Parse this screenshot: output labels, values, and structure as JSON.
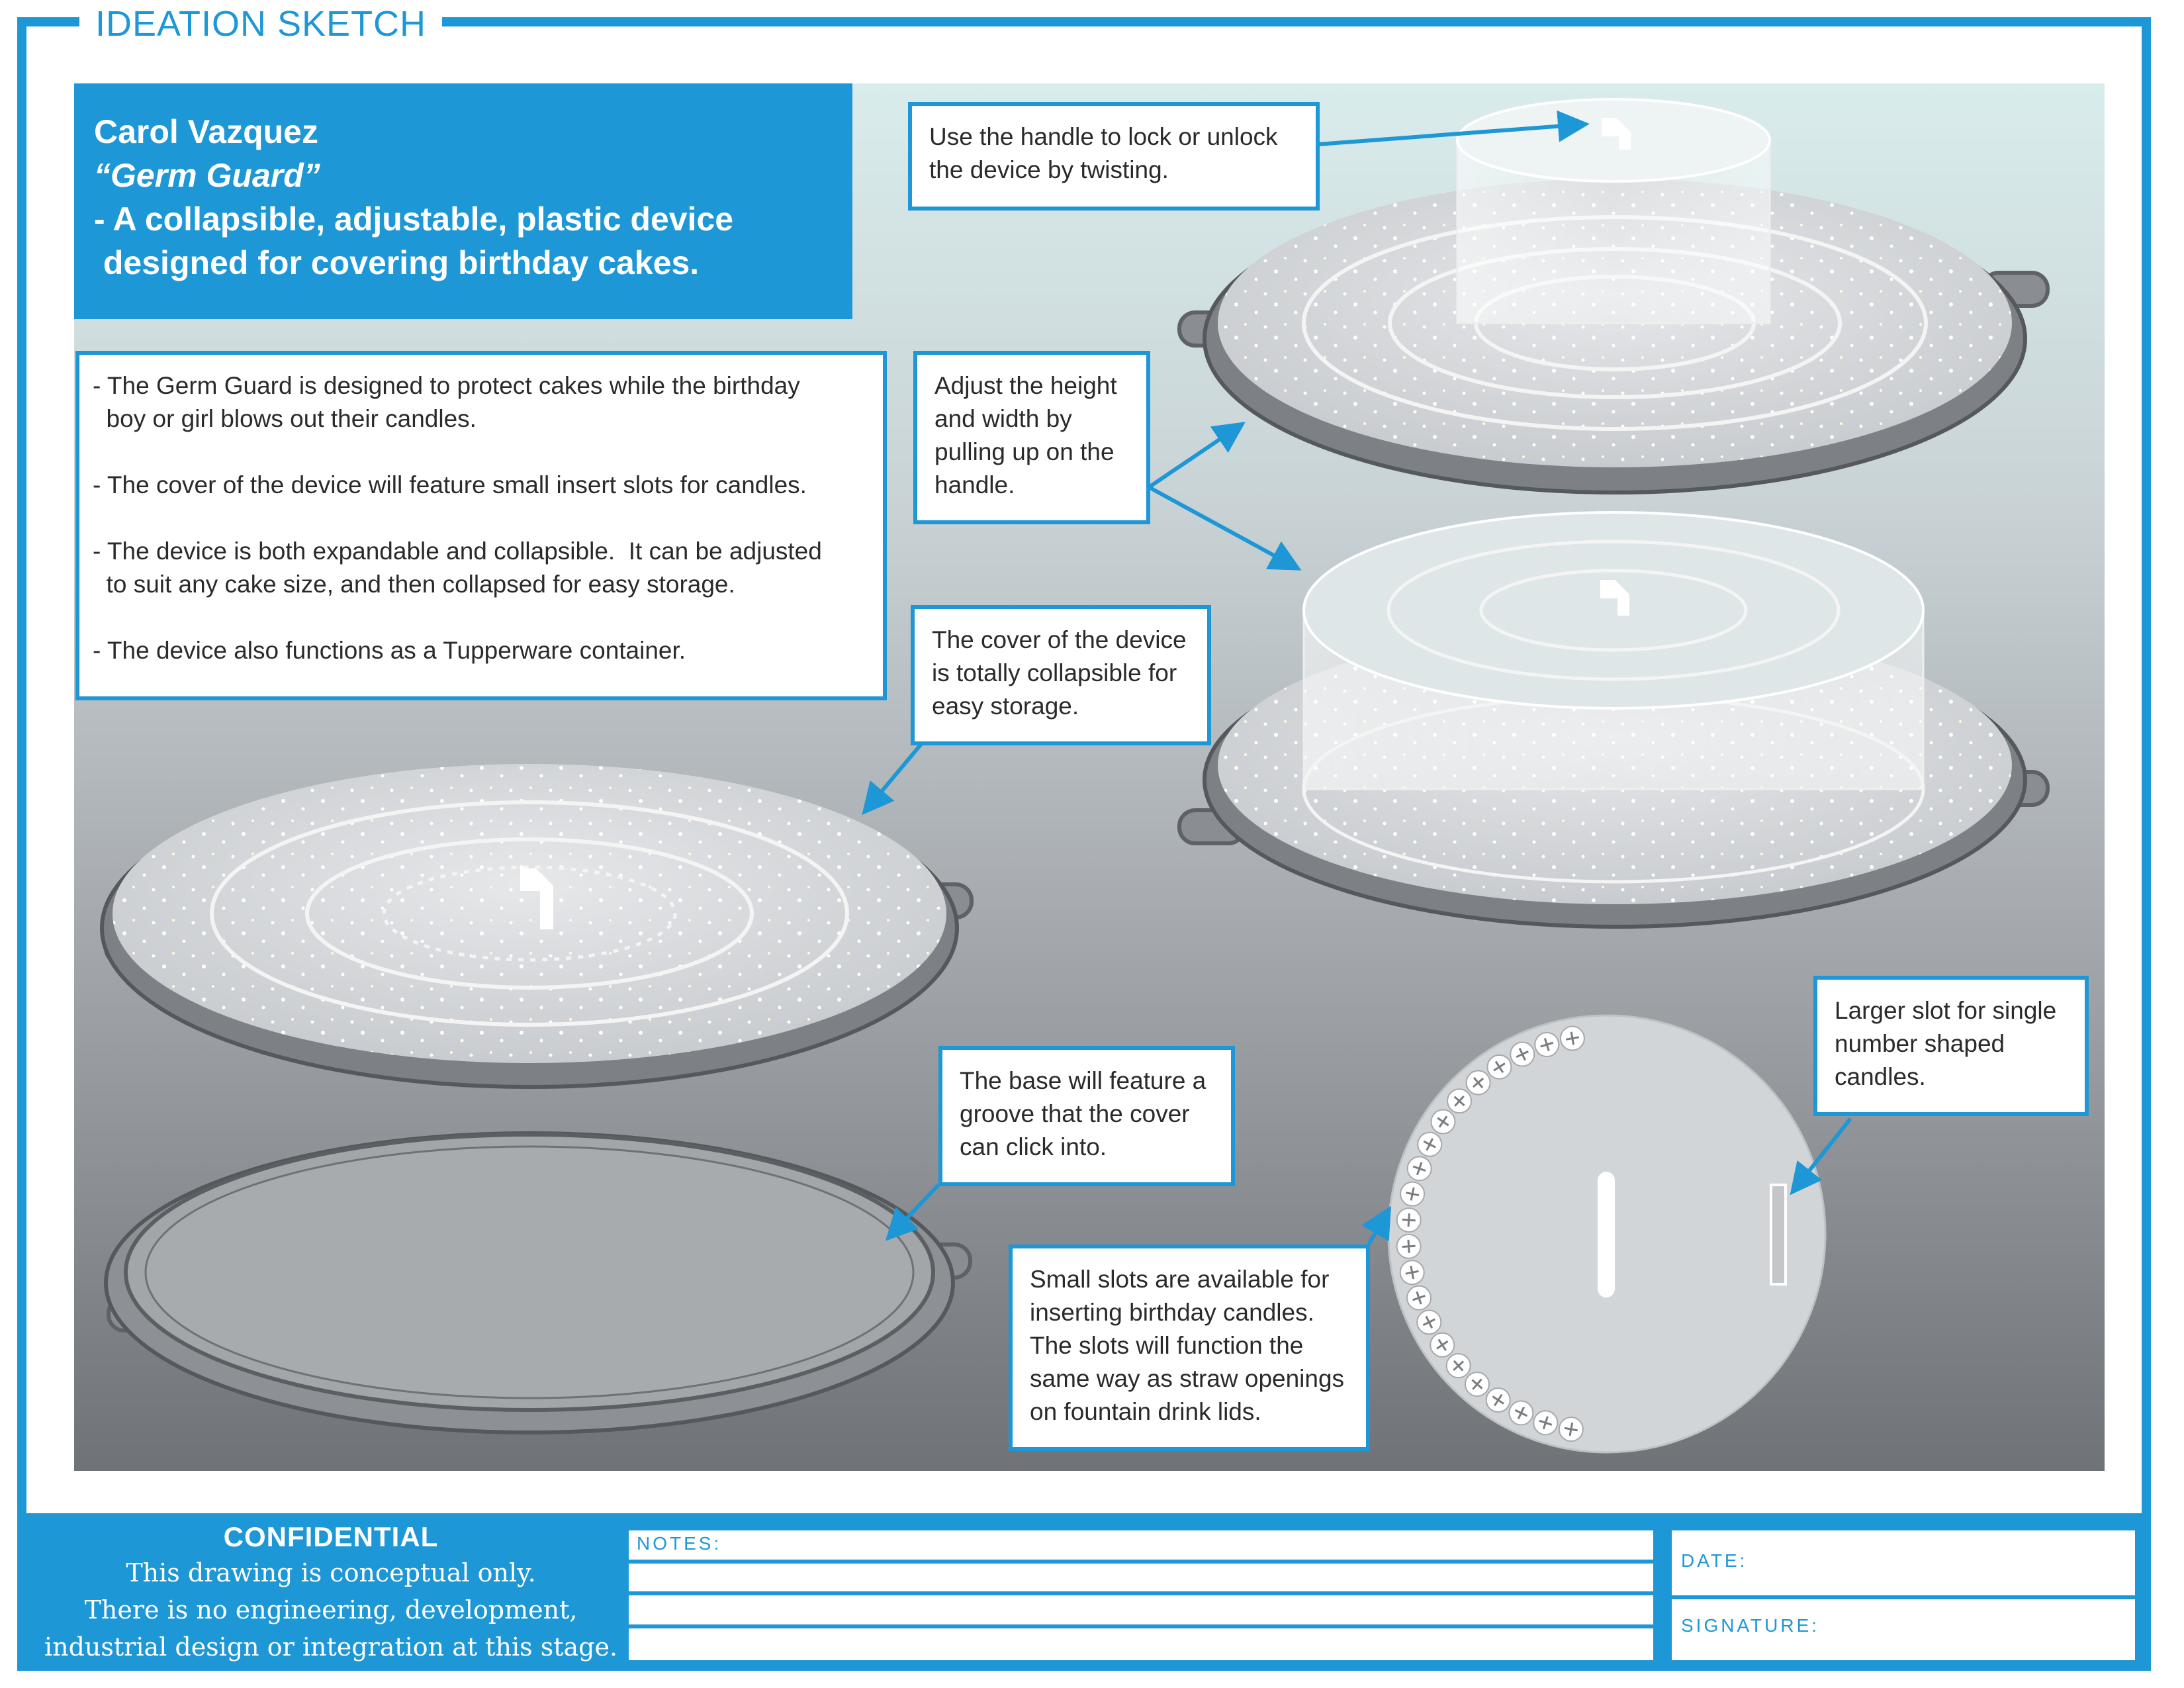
{
  "sheet_title": "IDEATION SKETCH",
  "header": {
    "name": "Carol Vazquez",
    "product": "“Germ Guard”",
    "desc_line1": "- A collapsible, adjustable, plastic device",
    "desc_line2": " designed for covering birthday cakes."
  },
  "bullets": [
    "- The Germ Guard is designed to protect cakes while the birthday",
    "  boy or girl blows out their candles.",
    "- The cover of the device will feature small insert slots for candles.",
    "- The device is both expandable and collapsible.  It can be adjusted",
    "  to suit any cake size, and then collapsed for easy storage.",
    "- The device also functions as a Tupperware container."
  ],
  "callouts": {
    "handle": [
      "Use the handle to lock or unlock",
      "the device by twisting."
    ],
    "adjust": [
      "Adjust the height",
      "and width by",
      "pulling up on the",
      "handle."
    ],
    "collapse": [
      "The cover of the device",
      "is totally collapsible for",
      "easy storage."
    ],
    "base": [
      "The base will feature a",
      "groove that the cover",
      "can click into."
    ],
    "small_slots": [
      "Small slots are available for",
      "inserting birthday candles.",
      "The slots will function the",
      "same way as straw openings",
      "on fountain drink lids."
    ],
    "large_slot": [
      "Larger slot for single",
      "number shaped",
      "candles."
    ]
  },
  "footer": {
    "confidential_title": "CONFIDENTIAL",
    "confidential_lines": [
      "This drawing is conceptual only.",
      "There is no engineering, development,",
      "industrial design or integration at this stage."
    ],
    "notes_label": "NOTES:",
    "date_label": "DATE:",
    "signature_label": "SIGNATURE:"
  },
  "colors": {
    "accent": "#1e97d6",
    "callout_text": "#2a2a2a"
  }
}
